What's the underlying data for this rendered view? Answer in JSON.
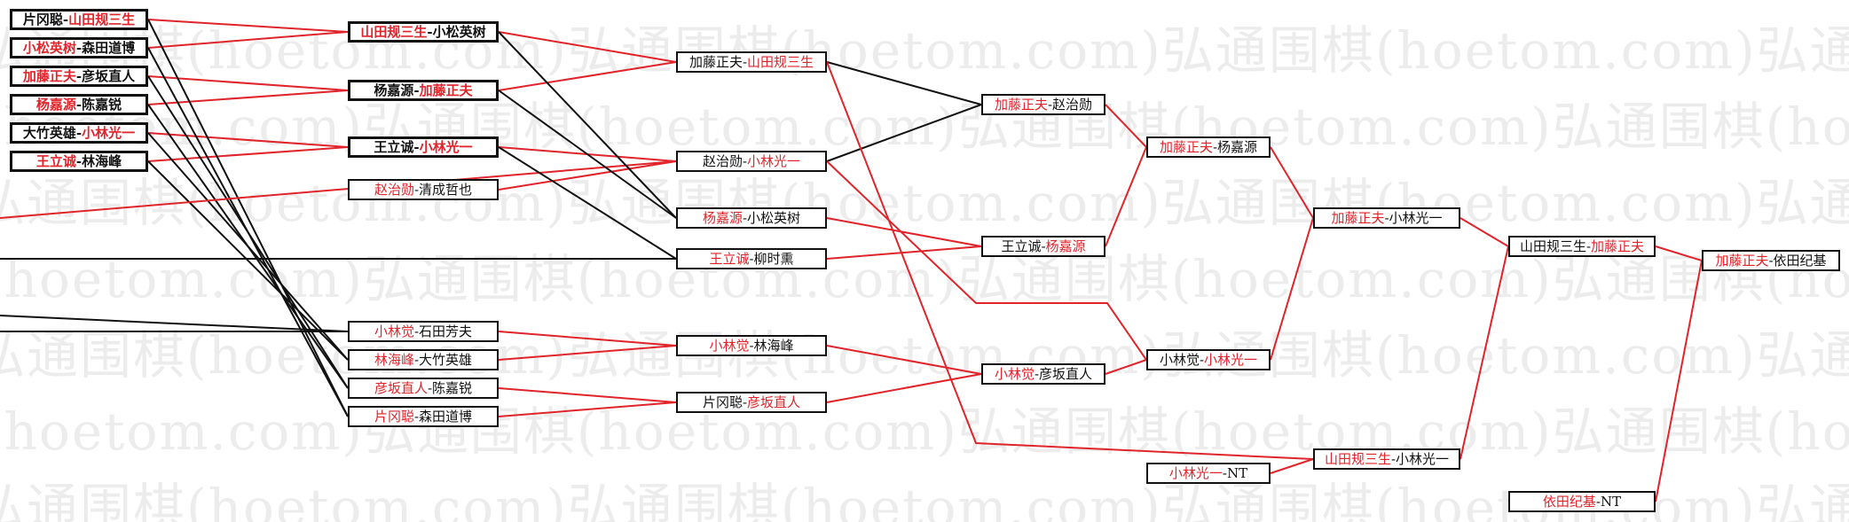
{
  "watermark": "弘通围棋(hoetom.com)",
  "colors": {
    "winner": "#e0242a",
    "loser": "#111111",
    "line_win": "#e0242a",
    "line_lose": "#111111"
  },
  "matches": {
    "r0_1": {
      "p1": "片冈聪",
      "p2": "山田规三生",
      "winner": 2
    },
    "r0_2": {
      "p1": "小松英树",
      "p2": "森田道博",
      "winner": 1
    },
    "r0_3": {
      "p1": "加藤正夫",
      "p2": "彦坂直人",
      "winner": 1
    },
    "r0_4": {
      "p1": "杨嘉源",
      "p2": "陈嘉锐",
      "winner": 1
    },
    "r0_5": {
      "p1": "大竹英雄",
      "p2": "小林光一",
      "winner": 2
    },
    "r0_6": {
      "p1": "王立诚",
      "p2": "林海峰",
      "winner": 1
    },
    "a1": {
      "p1": "山田规三生",
      "p2": "小松英树",
      "winner": 1
    },
    "a2": {
      "p1": "杨嘉源",
      "p2": "加藤正夫",
      "winner": 2
    },
    "a3": {
      "p1": "王立诚",
      "p2": "小林光一",
      "winner": 2
    },
    "a4": {
      "p1": "赵治勋",
      "p2": "清成哲也",
      "winner": 1
    },
    "a5": {
      "p1": "小林觉",
      "p2": "石田芳夫",
      "winner": 1
    },
    "a6": {
      "p1": "林海峰",
      "p2": "大竹英雄",
      "winner": 1
    },
    "a7": {
      "p1": "彦坂直人",
      "p2": "陈嘉锐",
      "winner": 1
    },
    "a8": {
      "p1": "片冈聪",
      "p2": "森田道博",
      "winner": 1
    },
    "b1": {
      "p1": "加藤正夫",
      "p2": "山田规三生",
      "winner": 2
    },
    "b2": {
      "p1": "赵治勋",
      "p2": "小林光一",
      "winner": 2
    },
    "b3": {
      "p1": "杨嘉源",
      "p2": "小松英树",
      "winner": 1
    },
    "b4": {
      "p1": "王立诚",
      "p2": "柳时熏",
      "winner": 1
    },
    "b5": {
      "p1": "小林觉",
      "p2": "林海峰",
      "winner": 1
    },
    "b6": {
      "p1": "片冈聪",
      "p2": "彦坂直人",
      "winner": 2
    },
    "c1": {
      "p1": "加藤正夫",
      "p2": "赵治勋",
      "winner": 1
    },
    "c2": {
      "p1": "王立诚",
      "p2": "杨嘉源",
      "winner": 2
    },
    "c3": {
      "p1": "小林觉",
      "p2": "彦坂直人",
      "winner": 1
    },
    "d1": {
      "p1": "加藤正夫",
      "p2": "杨嘉源",
      "winner": 1
    },
    "d2": {
      "p1": "小林觉",
      "p2": "小林光一",
      "winner": 2
    },
    "d3": {
      "p1": "小林光一",
      "p2": "NT",
      "winner": 1
    },
    "e1": {
      "p1": "加藤正夫",
      "p2": "小林光一",
      "winner": 1
    },
    "e2": {
      "p1": "山田规三生",
      "p2": "小林光一",
      "winner": 1
    },
    "f1": {
      "p1": "山田规三生",
      "p2": "加藤正夫",
      "winner": 2
    },
    "f2": {
      "p1": "依田纪基",
      "p2": "NT",
      "winner": 1
    },
    "g1": {
      "p1": "加藤正夫",
      "p2": "依田纪基",
      "winner": 1
    }
  }
}
